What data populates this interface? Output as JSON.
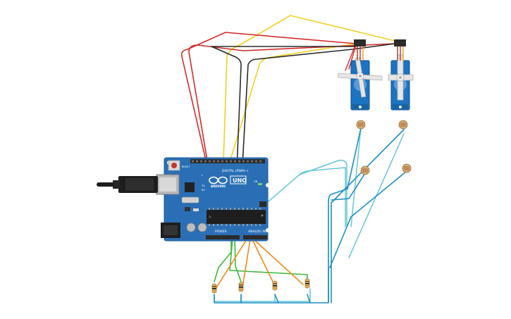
{
  "board": {
    "logo_text": "ARDUINO",
    "model_text": "UNO",
    "header_top_label": "DIGITAL (PWM~)",
    "header_bottom_left_label": "POWER",
    "header_bottom_right_label": "ANALOG IN",
    "reset_label": "RESET",
    "tx_label": "TX",
    "rx_label": "RX",
    "l_label": "L",
    "on_label": "ON"
  },
  "colors": {
    "board": "#2a6fb5",
    "wire_red": "#d42a2a",
    "wire_black": "#2b2b2b",
    "wire_yellow": "#f2d020",
    "wire_cyan": "#65c5d6",
    "wire_blue": "#1c8dc4",
    "wire_green": "#3db83d",
    "wire_orange": "#ef8a17",
    "servo_body": "#1b73c1",
    "servo_horn": "#e6e6e6",
    "ldr": "#d6ac72",
    "resistor": "#d9b46a"
  },
  "components": {
    "servos": [
      "servo-1",
      "servo-2"
    ],
    "photoresistors": [
      "ldr-1",
      "ldr-2",
      "ldr-3",
      "ldr-4"
    ],
    "resistors": [
      "resistor-1",
      "resistor-2",
      "resistor-3",
      "resistor-4"
    ],
    "icons": [
      "arduino-infinity-logo-icon",
      "usb-connector-icon",
      "power-jack-icon",
      "reset-button-icon",
      "microcontroller-chip-icon"
    ]
  }
}
